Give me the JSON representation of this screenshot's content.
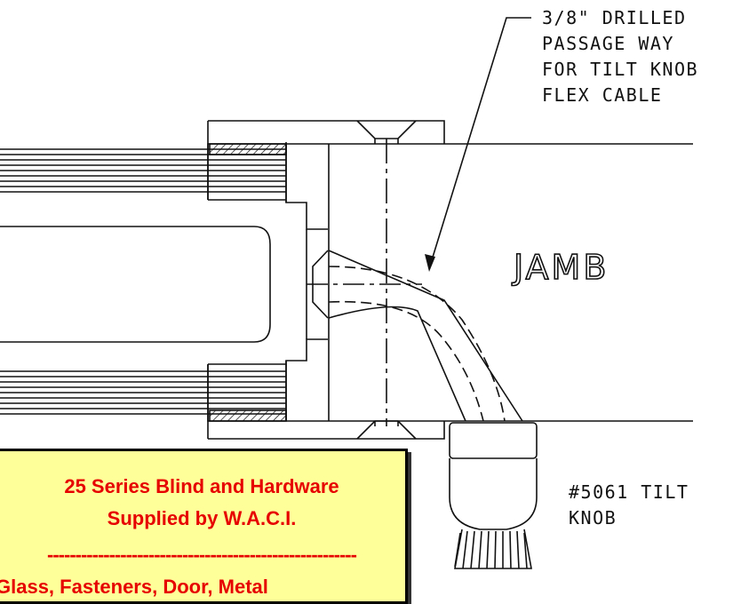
{
  "callouts": {
    "passage_lines": [
      "3/8\" DRILLED",
      "PASSAGE WAY",
      "FOR TILT KNOB",
      "FLEX CABLE"
    ],
    "jamb": "JAMB",
    "tilt_knob_lines": [
      "#5061 TILT",
      "KNOB"
    ]
  },
  "note": {
    "line1": "25 Series Blind and Hardware",
    "line2": "Supplied by W.A.C.I.",
    "divider": "-------------------------------------------------------",
    "line3": "Glass, Fasteners, Door, Metal"
  },
  "colors": {
    "note_background": "#ffff99",
    "note_text": "#e60000",
    "linework": "#111111"
  }
}
